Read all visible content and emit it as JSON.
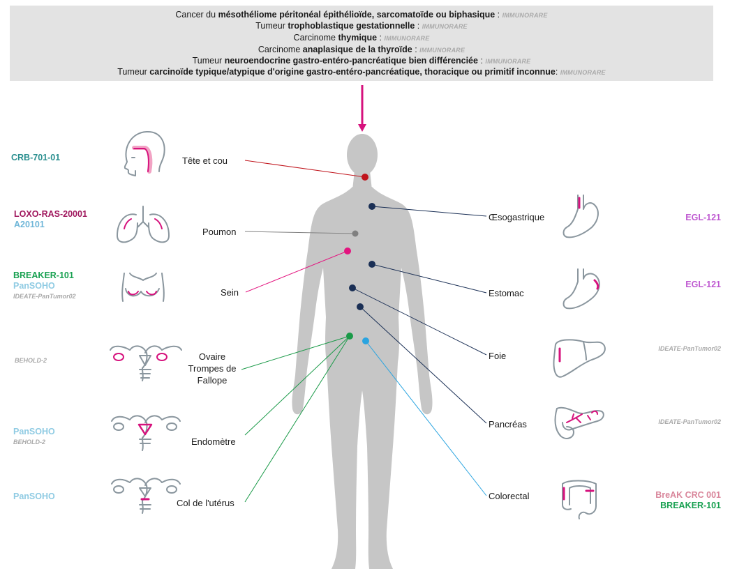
{
  "colors": {
    "header_bg": "#e3e3e3",
    "arrow": "#d6127d",
    "body_silhouette": "#c6c6c6",
    "icon_stroke": "#8a969e",
    "icon_accent": "#d6127d",
    "teal": "#2a8f8f",
    "magenta": "#a0185e",
    "lightblue": "#6fb6d8",
    "green": "#17a050",
    "violet": "#bf59d1",
    "grey_tag": "#a9a9a9",
    "pink": "#d9869b"
  },
  "header": {
    "lines": [
      {
        "parts": [
          {
            "t": "Cancer du ",
            "b": false
          },
          {
            "t": "mésothéliome péritonéal épithélioïde, sarcomatoïde ou biphasique",
            "b": true
          },
          {
            "t": " : ",
            "b": false
          }
        ],
        "tag": "IMMUNORARE"
      },
      {
        "parts": [
          {
            "t": "Tumeur ",
            "b": false
          },
          {
            "t": "trophoblastique gestationnelle",
            "b": true
          },
          {
            "t": " : ",
            "b": false
          }
        ],
        "tag": "IMMUNORARE"
      },
      {
        "parts": [
          {
            "t": "Carcinome ",
            "b": false
          },
          {
            "t": "thymique",
            "b": true
          },
          {
            "t": " : ",
            "b": false
          }
        ],
        "tag": "IMMUNORARE"
      },
      {
        "parts": [
          {
            "t": "Carcinome ",
            "b": false
          },
          {
            "t": "anaplasique de la thyroïde",
            "b": true
          },
          {
            "t": " : ",
            "b": false
          }
        ],
        "tag": "IMMUNORARE"
      },
      {
        "parts": [
          {
            "t": "Tumeur ",
            "b": false
          },
          {
            "t": "neuroendocrine gastro-entéro-pancréatique bien différenciée",
            "b": true
          },
          {
            "t": " : ",
            "b": false
          }
        ],
        "tag": "IMMUNORARE"
      },
      {
        "parts": [
          {
            "t": "Tumeur ",
            "b": false
          },
          {
            "t": "carcinoïde typique/atypique d'origine gastro-entéro-pancréatique, thoracique ou primitif inconnue",
            "b": true
          },
          {
            "t": ": ",
            "b": false
          }
        ],
        "tag": "IMMUNORARE"
      }
    ]
  },
  "left_organs": [
    {
      "name": "Tête et cou",
      "icon": "head-neck-icon",
      "dot_color": "#c0141c",
      "trials": [
        {
          "text": "CRB-701-01",
          "color": "#2a8f8f",
          "small": false
        }
      ]
    },
    {
      "name": "Poumon",
      "icon": "lungs-icon",
      "dot_color": "#808080",
      "trials": [
        {
          "text": "LOXO-RAS-20001",
          "color": "#a0185e",
          "small": false
        },
        {
          "text": "A20101",
          "color": "#6fb6d8",
          "small": false
        }
      ]
    },
    {
      "name": "Sein",
      "icon": "breast-icon",
      "dot_color": "#e3147f",
      "trials": [
        {
          "text": "BREAKER-101",
          "color": "#17a050",
          "small": false
        },
        {
          "text": "PanSOHO",
          "color": "#8fcbe3",
          "small": false
        },
        {
          "text": "IDEATE-PanTumor02",
          "color": "#a9a9a9",
          "small": true
        }
      ]
    },
    {
      "name": "Ovaire\nTrompes de\nFallope",
      "icon": "ovary-icon",
      "dot_color": "#1a9a48",
      "trials": [
        {
          "text": "BEHOLD-2",
          "color": "#a9a9a9",
          "small": true
        }
      ]
    },
    {
      "name": "Endomètre",
      "icon": "endometrium-icon",
      "dot_color": "#1a9a48",
      "trials": [
        {
          "text": "PanSOHO",
          "color": "#8fcbe3",
          "small": false
        },
        {
          "text": "BEHOLD-2",
          "color": "#a9a9a9",
          "small": true
        }
      ]
    },
    {
      "name": "Col de l'utérus",
      "icon": "cervix-icon",
      "dot_color": "#1a9a48",
      "trials": [
        {
          "text": "PanSOHO",
          "color": "#8fcbe3",
          "small": false
        }
      ]
    }
  ],
  "right_organs": [
    {
      "name": "Œsogastrique",
      "icon": "esophagus-stomach-icon",
      "dot_color": "#1a2f55",
      "trials": [
        {
          "text": "EGL-121",
          "color": "#bf59d1",
          "small": false
        }
      ]
    },
    {
      "name": "Estomac",
      "icon": "stomach-icon",
      "dot_color": "#1a2f55",
      "trials": [
        {
          "text": "EGL-121",
          "color": "#bf59d1",
          "small": false
        }
      ]
    },
    {
      "name": "Foie",
      "icon": "liver-icon",
      "dot_color": "#1a2f55",
      "trials": [
        {
          "text": "IDEATE-PanTumor02",
          "color": "#a9a9a9",
          "small": true
        }
      ]
    },
    {
      "name": "Pancréas",
      "icon": "pancreas-icon",
      "dot_color": "#1a2f55",
      "trials": [
        {
          "text": "IDEATE-PanTumor02",
          "color": "#a9a9a9",
          "small": true
        }
      ]
    },
    {
      "name": "Colorectal",
      "icon": "colon-icon",
      "dot_color": "#2aa4e0",
      "trials": [
        {
          "text": "BreAK CRC 001",
          "color": "#d9869b",
          "small": false
        },
        {
          "text": "BREAKER-101",
          "color": "#17a050",
          "small": false
        }
      ]
    }
  ]
}
